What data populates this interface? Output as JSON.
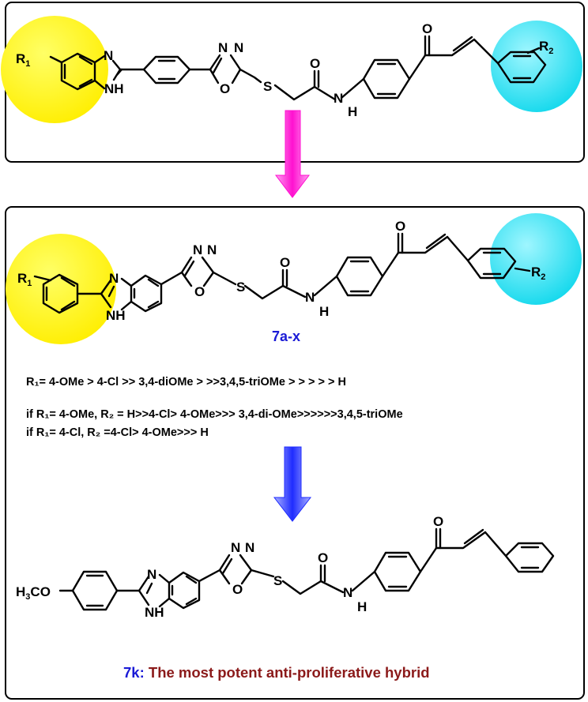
{
  "colors": {
    "yellow": "#ffff00",
    "cyan": "#14e0f0",
    "magenta_arrow": "#ff2bd6",
    "blue_arrow": "#2a36ff",
    "label_blue": "#1a1ad6",
    "caption_red": "#8b1a1a"
  },
  "labels": {
    "n": "N",
    "nh": "NH",
    "s": "S",
    "o": "O",
    "h": "H",
    "r": "R",
    "sub1": "1",
    "sub2": "2",
    "sub3": "3",
    "h3co_c": "C",
    "h3co_o": "O"
  },
  "compound_series": "7a-x",
  "sar": {
    "line1": "R₁= 4-OMe > 4-Cl >> 3,4-diOMe > >>3,4,5-triOMe > > > > > H",
    "line2": "if R₁= 4-OMe, R₂ = H>>4-Cl> 4-OMe>>> 3,4-di-OMe>>>>>>3,4,5-triOMe",
    "line3": "if R₁= 4-Cl, R₂ =4-Cl> 4-OMe>>> H"
  },
  "caption": {
    "compound": "7k:",
    "description": " The most potent anti-proliferative hybrid"
  }
}
